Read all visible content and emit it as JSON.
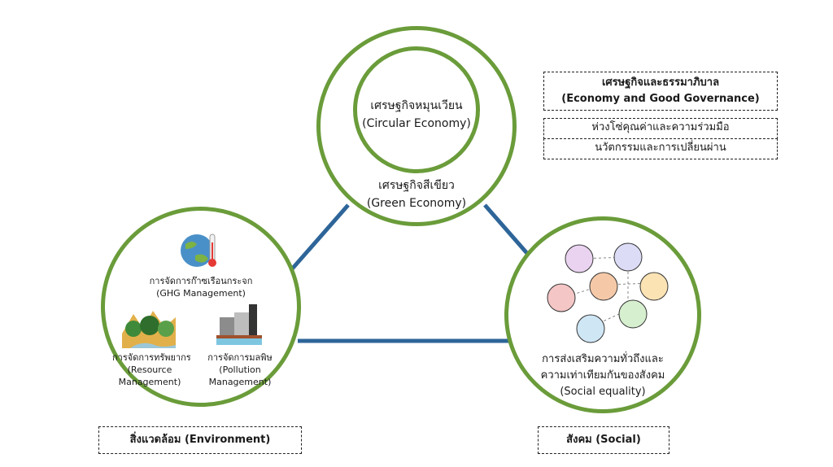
{
  "colors": {
    "circle_stroke": "#6a9c3a",
    "connector": "#2e6599",
    "dash_border": "#222222"
  },
  "economy_circle": {
    "inner_label_th": "เศรษฐกิจหมุนเวียน",
    "inner_label_en": "(Circular Economy)",
    "outer_label_th": "เศรษฐกิจสีเขียว",
    "outer_label_en": "(Green Economy)"
  },
  "governance_box": {
    "title_th": "เศรษฐกิจและธรรมาภิบาล",
    "title_en": "(Economy and Good Governance)",
    "items": [
      "ห่วงโซ่คุณค่าและความร่วมมือ",
      "นวัตกรรมและการเปลี่ยนผ่าน"
    ]
  },
  "environment_circle": {
    "ghg_icon": "globe-thermometer-icon",
    "ghg_th": "การจัดการก๊าซเรือนกระจก",
    "ghg_en": "(GHG Management)",
    "resource_icon": "forest-icon",
    "resource_th": "การจัดการทรัพยากร",
    "resource_en1": "(Resource",
    "resource_en2": "Management)",
    "pollution_icon": "factory-icon",
    "pollution_th": "การจัดการมลพิษ",
    "pollution_en1": "(Pollution",
    "pollution_en2": "Management)"
  },
  "social_circle": {
    "icon": "people-network-icon",
    "line1": "การส่งเสริมความทั่วถึงและ",
    "line2": "ความเท่าเทียมกันของสังคม",
    "line3": "(Social equality)"
  },
  "environment_label": "สิ่งแวดล้อม (Environment)",
  "social_label": "สังคม (Social)"
}
